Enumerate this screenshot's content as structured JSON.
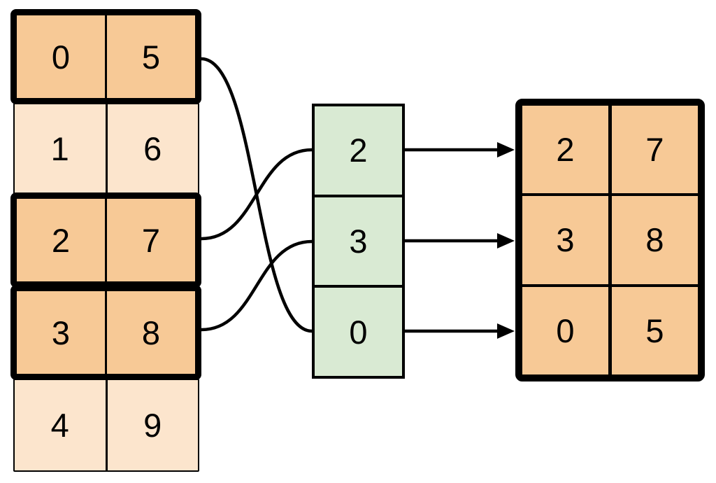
{
  "source_table": {
    "rows": [
      {
        "cells": [
          "0",
          "5"
        ],
        "highlighted": true
      },
      {
        "cells": [
          "1",
          "6"
        ],
        "highlighted": false
      },
      {
        "cells": [
          "2",
          "7"
        ],
        "highlighted": true
      },
      {
        "cells": [
          "3",
          "8"
        ],
        "highlighted": true
      },
      {
        "cells": [
          "4",
          "9"
        ],
        "highlighted": false
      }
    ]
  },
  "index_column": {
    "cells": [
      "2",
      "3",
      "0"
    ]
  },
  "result_table": {
    "rows": [
      {
        "cells": [
          "2",
          "7"
        ]
      },
      {
        "cells": [
          "3",
          "8"
        ]
      },
      {
        "cells": [
          "0",
          "5"
        ]
      }
    ]
  },
  "connections": {
    "curves": [
      {
        "from": "source-row-0",
        "to": "index-cell-0-value"
      },
      {
        "from": "source-row-2",
        "to": "index-cell-2-value"
      },
      {
        "from": "source-row-3",
        "to": "index-cell-3-value"
      }
    ],
    "arrows": [
      {
        "from": "index-cell-2-value",
        "to": "result-row-0"
      },
      {
        "from": "index-cell-3-value",
        "to": "result-row-1"
      },
      {
        "from": "index-cell-0-value",
        "to": "result-row-2"
      }
    ]
  },
  "colors": {
    "highlight_fill": "#F7C996",
    "plain_fill": "#FCE5CD",
    "index_fill": "#D9EAD3",
    "line": "#000000",
    "background": "#FFFFFF"
  }
}
